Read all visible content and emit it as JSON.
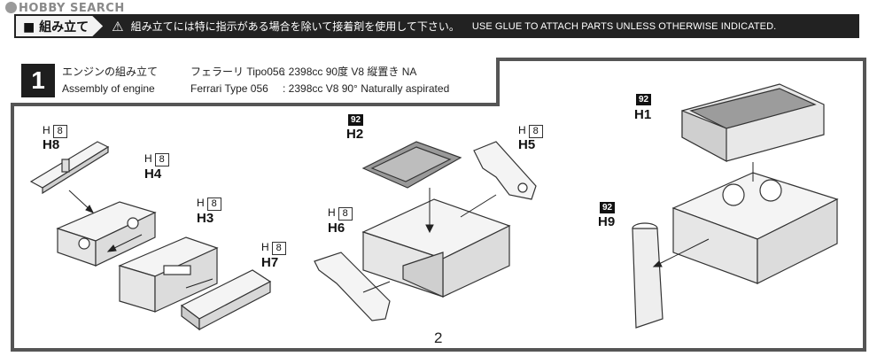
{
  "watermark": "HOBBY SEARCH",
  "header": {
    "title": "■ 組み立て",
    "note_jp": "組み立てには特に指示がある場合を除いて接着剤を使用して下さい。",
    "note_en": "USE GLUE TO ATTACH PARTS UNLESS OTHERWISE INDICATED."
  },
  "step": {
    "number": "1",
    "title_jp": "エンジンの組み立て",
    "title_en": "Assembly of engine",
    "spec_jp_name": "フェラーリ Tipo056",
    "spec_jp_value": ": 2398cc 90度 V8 縦置き NA",
    "spec_en_name": "Ferrari Type 056",
    "spec_en_value": ": 2398cc V8  90° Naturally aspirated"
  },
  "parts": {
    "h8": "H8",
    "h4": "H4",
    "h3": "H3",
    "h7": "H7",
    "h2": "H2",
    "h5": "H5",
    "h6": "H6",
    "h1": "H1",
    "h9": "H9"
  },
  "qty": {
    "prefix": "H",
    "count": "8"
  },
  "tags": {
    "h2": "92",
    "h1": "92",
    "h9": "92"
  },
  "page_number": "2"
}
